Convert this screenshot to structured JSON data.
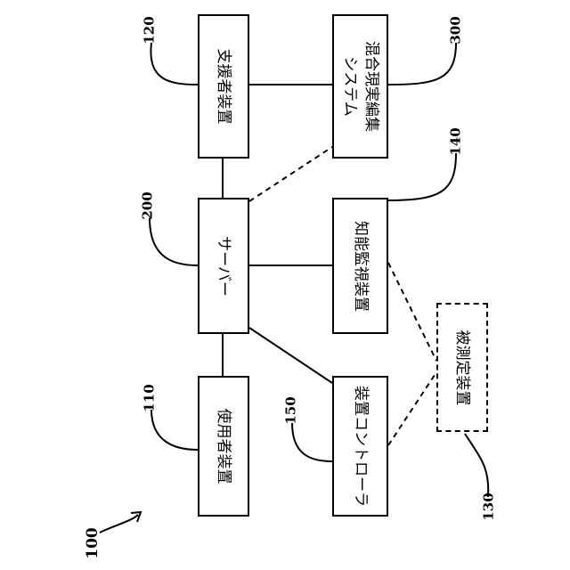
{
  "figure_number": "100",
  "nodes": {
    "user_device": {
      "ref": "110",
      "label": "使用者装置"
    },
    "support_device": {
      "ref": "120",
      "label": "支援者装置"
    },
    "measured_device": {
      "ref": "130",
      "label": "被測定装置"
    },
    "intelligent_monitor": {
      "ref": "140",
      "label": "知能監視装置"
    },
    "device_controller": {
      "ref": "150",
      "label": "装置コントローラ"
    },
    "server": {
      "ref": "200",
      "label": "サーバー"
    },
    "mr_editing_system": {
      "ref": "300",
      "label_line1": "混合現実編集",
      "label_line2": "システム"
    }
  }
}
